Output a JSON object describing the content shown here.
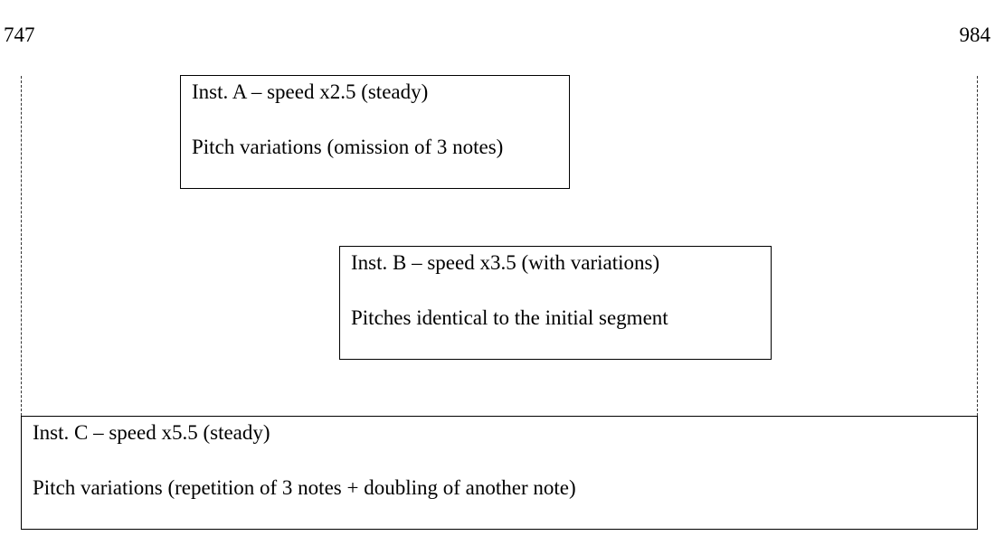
{
  "range": {
    "start": "747",
    "end": "984"
  },
  "boxes": [
    {
      "title": "Inst. A – speed x2.5 (steady)",
      "detail": "Pitch variations (omission of 3 notes)"
    },
    {
      "title": "Inst. B – speed x3.5 (with variations)",
      "detail": "Pitches identical to the initial segment"
    },
    {
      "title": "Inst. C – speed x5.5 (steady)",
      "detail": "Pitch variations (repetition of 3 notes + doubling of another note)"
    }
  ]
}
